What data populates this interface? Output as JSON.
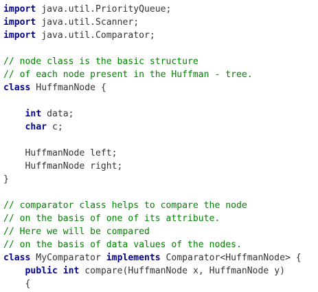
{
  "code_lines": [
    [
      {
        "t": "keyword",
        "v": "import"
      },
      {
        "t": "plain",
        "v": " java.util.PriorityQueue;"
      }
    ],
    [
      {
        "t": "keyword",
        "v": "import"
      },
      {
        "t": "plain",
        "v": " java.util.Scanner;"
      }
    ],
    [
      {
        "t": "keyword",
        "v": "import"
      },
      {
        "t": "plain",
        "v": " java.util.Comparator;"
      }
    ],
    [],
    [
      {
        "t": "comment",
        "v": "// node class is the basic structure"
      }
    ],
    [
      {
        "t": "comment",
        "v": "// of each node present in the Huffman - tree."
      }
    ],
    [
      {
        "t": "keyword",
        "v": "class"
      },
      {
        "t": "plain",
        "v": " HuffmanNode {"
      }
    ],
    [],
    [
      {
        "t": "plain",
        "v": "    "
      },
      {
        "t": "keyword",
        "v": "int"
      },
      {
        "t": "plain",
        "v": " data;"
      }
    ],
    [
      {
        "t": "plain",
        "v": "    "
      },
      {
        "t": "keyword",
        "v": "char"
      },
      {
        "t": "plain",
        "v": " c;"
      }
    ],
    [],
    [
      {
        "t": "plain",
        "v": "    HuffmanNode left;"
      }
    ],
    [
      {
        "t": "plain",
        "v": "    HuffmanNode right;"
      }
    ],
    [
      {
        "t": "plain",
        "v": "}"
      }
    ],
    [],
    [
      {
        "t": "comment",
        "v": "// comparator class helps to compare the node"
      }
    ],
    [
      {
        "t": "comment",
        "v": "// on the basis of one of its attribute."
      }
    ],
    [
      {
        "t": "comment",
        "v": "// Here we will be compared"
      }
    ],
    [
      {
        "t": "comment",
        "v": "// on the basis of data values of the nodes."
      }
    ],
    [
      {
        "t": "keyword",
        "v": "class"
      },
      {
        "t": "plain",
        "v": " MyComparator "
      },
      {
        "t": "keyword",
        "v": "implements"
      },
      {
        "t": "plain",
        "v": " Comparator<HuffmanNode> {"
      }
    ],
    [
      {
        "t": "plain",
        "v": "    "
      },
      {
        "t": "keyword",
        "v": "public"
      },
      {
        "t": "plain",
        "v": " "
      },
      {
        "t": "keyword",
        "v": "int"
      },
      {
        "t": "plain",
        "v": " compare(HuffmanNode x, HuffmanNode y)"
      }
    ],
    [
      {
        "t": "plain",
        "v": "    {"
      }
    ]
  ],
  "colors": {
    "keyword": "#000088",
    "comment": "#008000",
    "plain": "#333333",
    "background": "#ffffff"
  }
}
